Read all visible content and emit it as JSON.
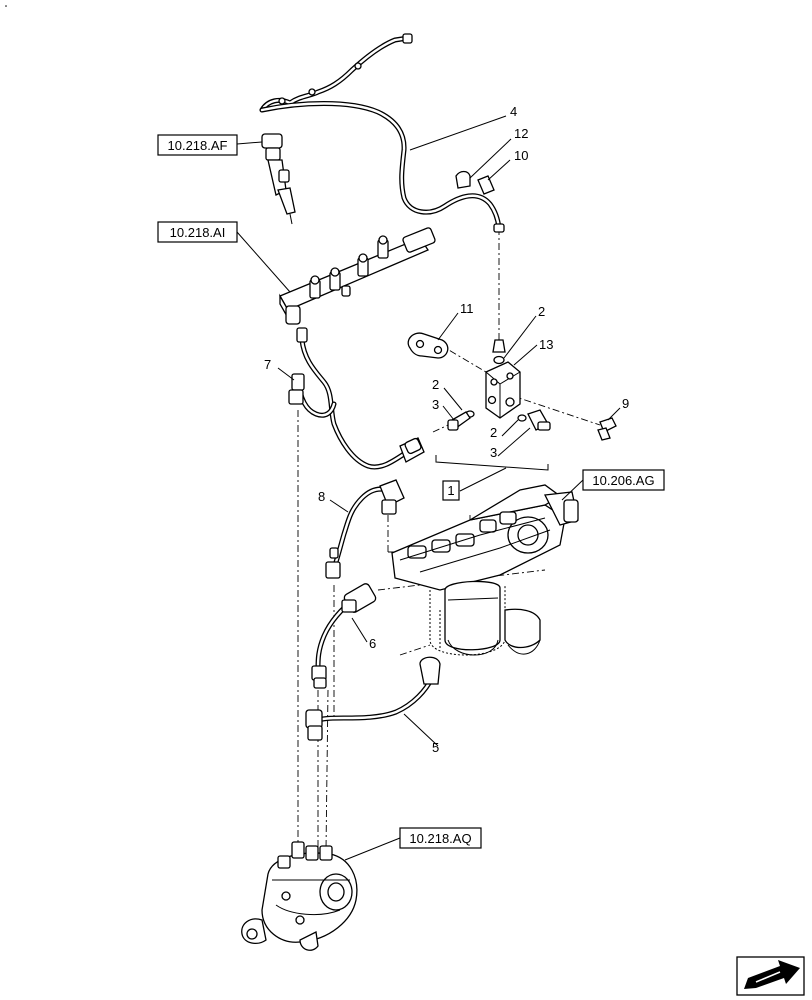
{
  "references": {
    "r_10_218_af": "10.218.AF",
    "r_10_218_ai": "10.218.AI",
    "r_10_206_ag": "10.206.AG",
    "r_10_218_aq": "10.218.AQ"
  },
  "callouts": {
    "c4": "4",
    "c12": "12",
    "c10": "10",
    "c11": "11",
    "c2a": "2",
    "c13": "13",
    "c7": "7",
    "c2b": "2",
    "c3a": "3",
    "c9": "9",
    "c2c": "2",
    "c3b": "3",
    "c1": "1",
    "c8": "8",
    "c6": "6",
    "c5": "5"
  },
  "nav_icon": "arrow-icon"
}
